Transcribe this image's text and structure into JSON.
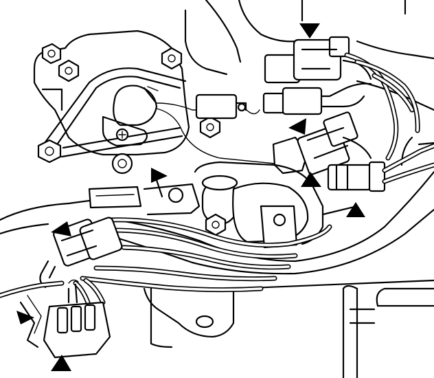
{
  "colors": {
    "line": "#000000",
    "background": "#ffffff",
    "arrow": "#000000"
  },
  "arrows": [
    {
      "name": "arrow-top-connector",
      "direction": "down"
    },
    {
      "name": "arrow-mid-connector",
      "direction": "up-left"
    },
    {
      "name": "arrow-center-left",
      "direction": "right"
    },
    {
      "name": "arrow-center-right",
      "direction": "up"
    },
    {
      "name": "arrow-right-sensor",
      "direction": "up"
    },
    {
      "name": "arrow-left-connector",
      "direction": "up-left"
    },
    {
      "name": "arrow-lower-left",
      "direction": "right"
    },
    {
      "name": "arrow-bottom-left",
      "direction": "up"
    }
  ]
}
